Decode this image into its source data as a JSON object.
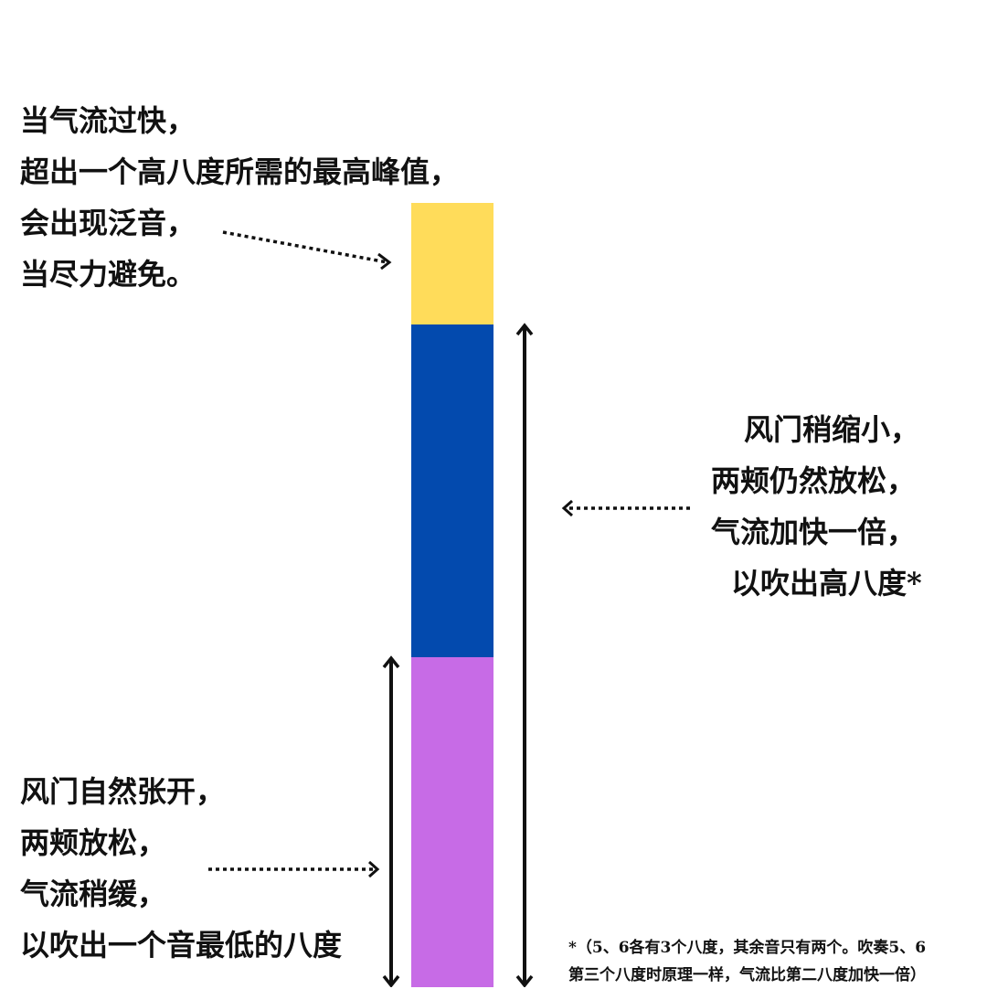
{
  "colors": {
    "overblow": "#FFDC5A",
    "high_octave": "#034AAE",
    "low_octave": "#C76BE6",
    "text": "#111111"
  },
  "segments": [
    {
      "name": "overblow",
      "label_key": "top_note"
    },
    {
      "name": "high_octave",
      "label_key": "mid_note"
    },
    {
      "name": "low_octave",
      "label_key": "bottom_note"
    }
  ],
  "top_note": {
    "lines": [
      "当气流过快，",
      "超出一个高八度所需的最高峰值，",
      "会出现泛音，",
      "当尽力避免。"
    ]
  },
  "mid_note": {
    "lines": [
      "风门稍缩小，",
      "两颊仍然放松，",
      "气流加快一倍，",
      "以吹出高八度*"
    ]
  },
  "bottom_note": {
    "lines": [
      "风门自然张开，",
      "两颊放松，",
      "气流稍缓，",
      "以吹出一个音最低的八度"
    ]
  },
  "footnote": {
    "lines": [
      "*（5、6各有3个八度，其余音只有两个。吹奏5、6",
      "第三个八度时原理一样，气流比第二八度加快一倍）"
    ]
  }
}
